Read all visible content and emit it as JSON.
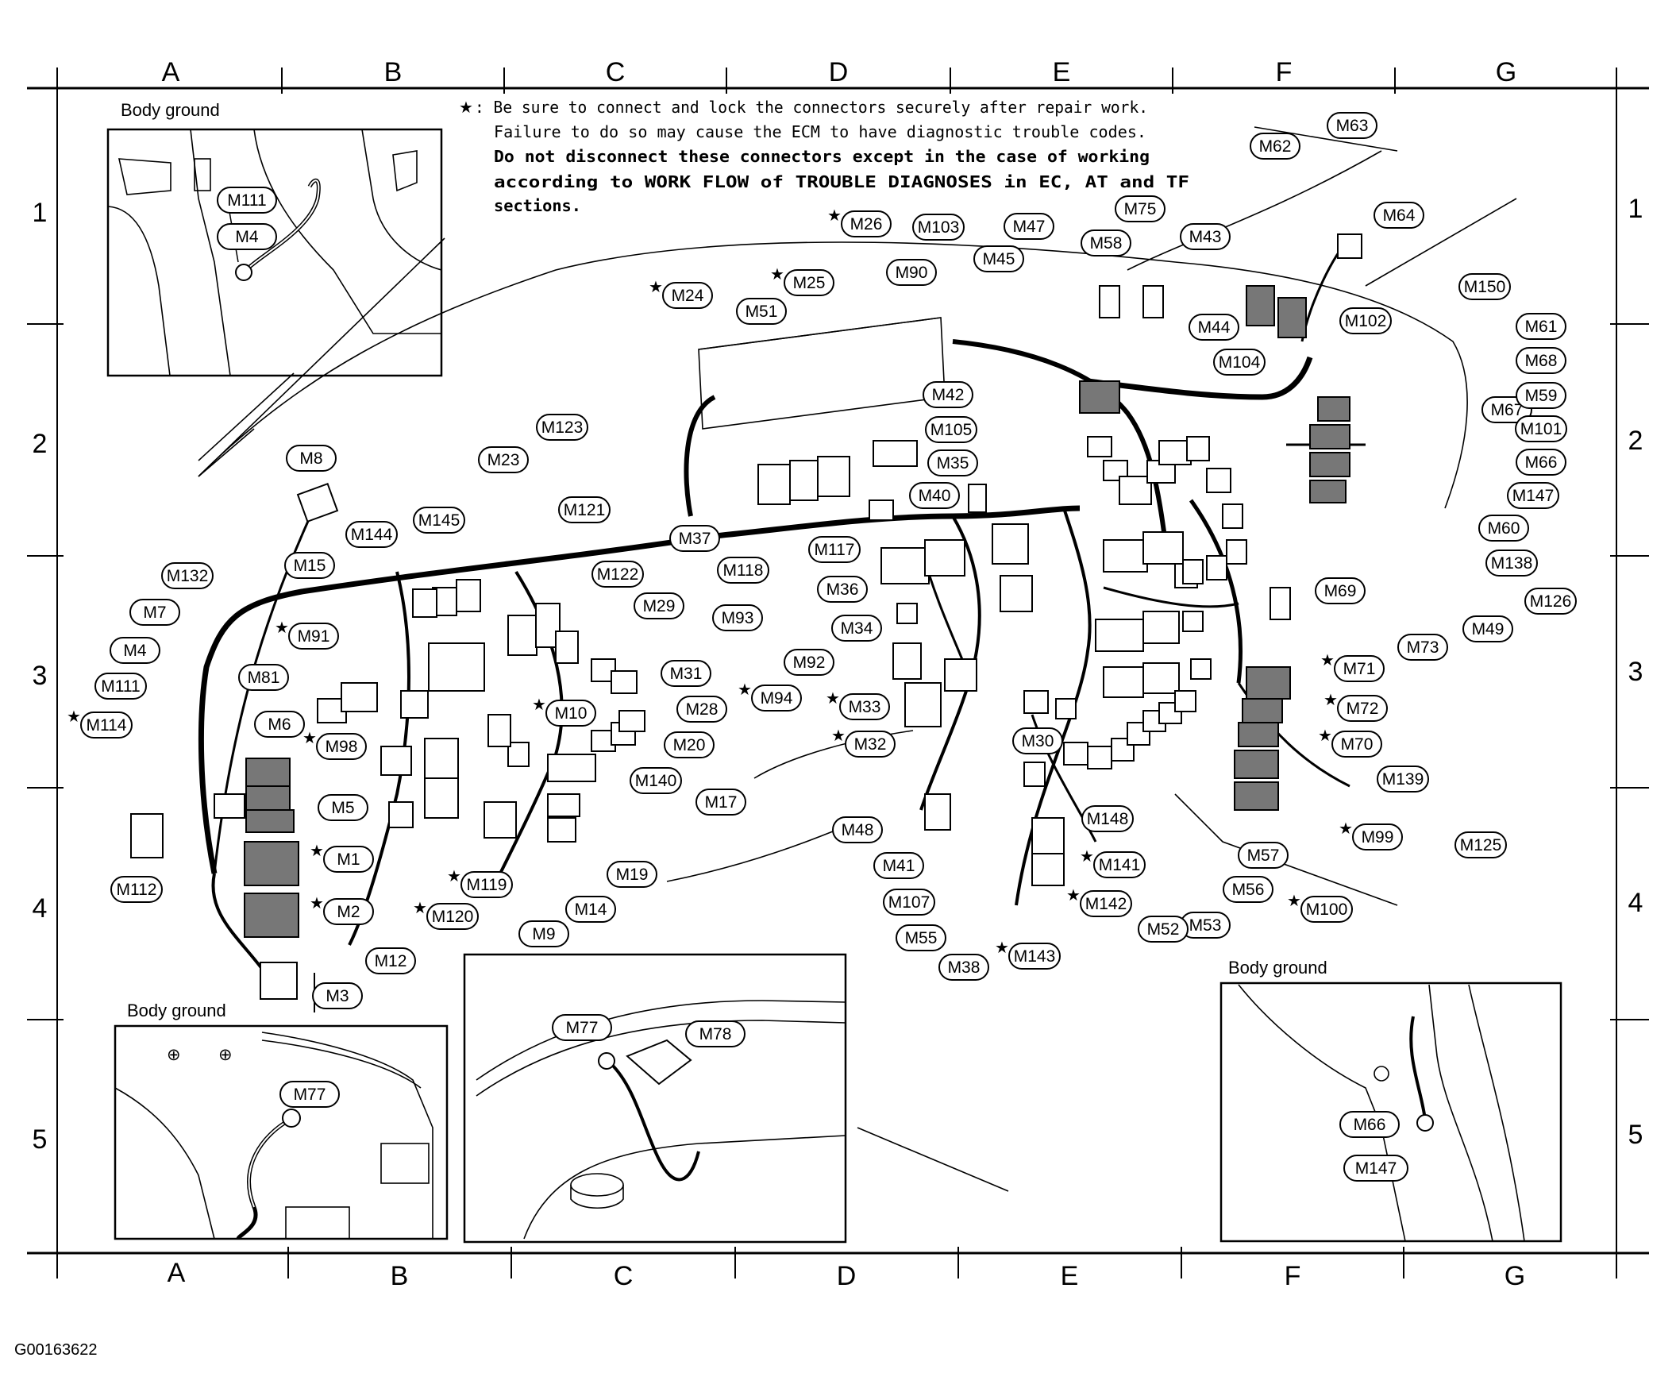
{
  "figure_id": "G00163622",
  "columns": [
    "A",
    "B",
    "C",
    "D",
    "E",
    "F",
    "G"
  ],
  "rows": [
    "1",
    "2",
    "3",
    "4",
    "5"
  ],
  "note": {
    "star": "★",
    "lines": [
      ": Be sure to connect and lock the connectors securely after repair work.",
      "Failure to do so may cause the ECM to have diagnostic trouble codes.",
      "Do not disconnect these connectors except in the case of working",
      "according to WORK FLOW of TROUBLE DIAGNOSES in EC, AT and TF",
      "sections."
    ]
  },
  "insets": {
    "top_left": {
      "title": "Body ground",
      "labels": [
        "M111",
        "M4"
      ]
    },
    "bottom_left": {
      "title": "Body ground",
      "labels": [
        "M77"
      ]
    },
    "bottom_center": {
      "labels": [
        "M77",
        "M78"
      ]
    },
    "bottom_right": {
      "title": "Body ground",
      "labels": [
        "M66",
        "M147"
      ]
    }
  },
  "connectors": [
    {
      "id": "M8",
      "starred": false
    },
    {
      "id": "M132",
      "starred": false
    },
    {
      "id": "M7",
      "starred": false
    },
    {
      "id": "M4",
      "starred": false
    },
    {
      "id": "M111",
      "starred": false
    },
    {
      "id": "M114",
      "starred": true
    },
    {
      "id": "M81",
      "starred": false
    },
    {
      "id": "M6",
      "starred": false
    },
    {
      "id": "M5",
      "starred": false
    },
    {
      "id": "M1",
      "starred": true
    },
    {
      "id": "M2",
      "starred": true
    },
    {
      "id": "M112",
      "starred": false
    },
    {
      "id": "M3",
      "starred": false
    },
    {
      "id": "M12",
      "starred": false
    },
    {
      "id": "M15",
      "starred": false
    },
    {
      "id": "M91",
      "starred": true
    },
    {
      "id": "M144",
      "starred": false
    },
    {
      "id": "M145",
      "starred": false
    },
    {
      "id": "M98",
      "starred": true
    },
    {
      "id": "M23",
      "starred": false
    },
    {
      "id": "M123",
      "starred": false
    },
    {
      "id": "M121",
      "starred": false
    },
    {
      "id": "M122",
      "starred": false
    },
    {
      "id": "M29",
      "starred": false
    },
    {
      "id": "M31",
      "starred": false
    },
    {
      "id": "M10",
      "starred": true
    },
    {
      "id": "M28",
      "starred": false
    },
    {
      "id": "M20",
      "starred": false
    },
    {
      "id": "M140",
      "starred": false
    },
    {
      "id": "M17",
      "starred": false
    },
    {
      "id": "M19",
      "starred": false
    },
    {
      "id": "M14",
      "starred": false
    },
    {
      "id": "M9",
      "starred": false
    },
    {
      "id": "M119",
      "starred": true
    },
    {
      "id": "M120",
      "starred": true
    },
    {
      "id": "M24",
      "starred": true
    },
    {
      "id": "M25",
      "starred": true
    },
    {
      "id": "M51",
      "starred": false
    },
    {
      "id": "M26",
      "starred": true
    },
    {
      "id": "M103",
      "starred": false
    },
    {
      "id": "M90",
      "starred": false
    },
    {
      "id": "M47",
      "starred": false
    },
    {
      "id": "M45",
      "starred": false
    },
    {
      "id": "M75",
      "starred": false
    },
    {
      "id": "M58",
      "starred": false
    },
    {
      "id": "M43",
      "starred": false
    },
    {
      "id": "M62",
      "starred": false
    },
    {
      "id": "M63",
      "starred": false
    },
    {
      "id": "M64",
      "starred": false
    },
    {
      "id": "M150",
      "starred": false
    },
    {
      "id": "M44",
      "starred": false
    },
    {
      "id": "M104",
      "starred": false
    },
    {
      "id": "M102",
      "starred": false
    },
    {
      "id": "M61",
      "starred": false
    },
    {
      "id": "M68",
      "starred": false
    },
    {
      "id": "M67",
      "starred": false
    },
    {
      "id": "M59",
      "starred": false
    },
    {
      "id": "M101",
      "starred": false
    },
    {
      "id": "M66",
      "starred": false
    },
    {
      "id": "M147",
      "starred": false
    },
    {
      "id": "M60",
      "starred": false
    },
    {
      "id": "M138",
      "starred": false
    },
    {
      "id": "M126",
      "starred": false
    },
    {
      "id": "M69",
      "starred": false
    },
    {
      "id": "M49",
      "starred": false
    },
    {
      "id": "M73",
      "starred": false
    },
    {
      "id": "M71",
      "starred": true
    },
    {
      "id": "M72",
      "starred": true
    },
    {
      "id": "M70",
      "starred": true
    },
    {
      "id": "M139",
      "starred": false
    },
    {
      "id": "M99",
      "starred": true
    },
    {
      "id": "M125",
      "starred": false
    },
    {
      "id": "M100",
      "starred": true
    },
    {
      "id": "M57",
      "starred": false
    },
    {
      "id": "M56",
      "starred": false
    },
    {
      "id": "M53",
      "starred": false
    },
    {
      "id": "M52",
      "starred": false
    },
    {
      "id": "M42",
      "starred": false
    },
    {
      "id": "M105",
      "starred": false
    },
    {
      "id": "M35",
      "starred": false
    },
    {
      "id": "M40",
      "starred": false
    },
    {
      "id": "M37",
      "starred": false
    },
    {
      "id": "M117",
      "starred": false
    },
    {
      "id": "M118",
      "starred": false
    },
    {
      "id": "M36",
      "starred": false
    },
    {
      "id": "M93",
      "starred": false
    },
    {
      "id": "M34",
      "starred": false
    },
    {
      "id": "M92",
      "starred": false
    },
    {
      "id": "M94",
      "starred": true
    },
    {
      "id": "M33",
      "starred": true
    },
    {
      "id": "M32",
      "starred": true
    },
    {
      "id": "M30",
      "starred": false
    },
    {
      "id": "M48",
      "starred": false
    },
    {
      "id": "M41",
      "starred": false
    },
    {
      "id": "M107",
      "starred": false
    },
    {
      "id": "M55",
      "starred": false
    },
    {
      "id": "M38",
      "starred": false
    },
    {
      "id": "M148",
      "starred": false
    },
    {
      "id": "M141",
      "starred": true
    },
    {
      "id": "M142",
      "starred": true
    },
    {
      "id": "M143",
      "starred": true
    }
  ]
}
